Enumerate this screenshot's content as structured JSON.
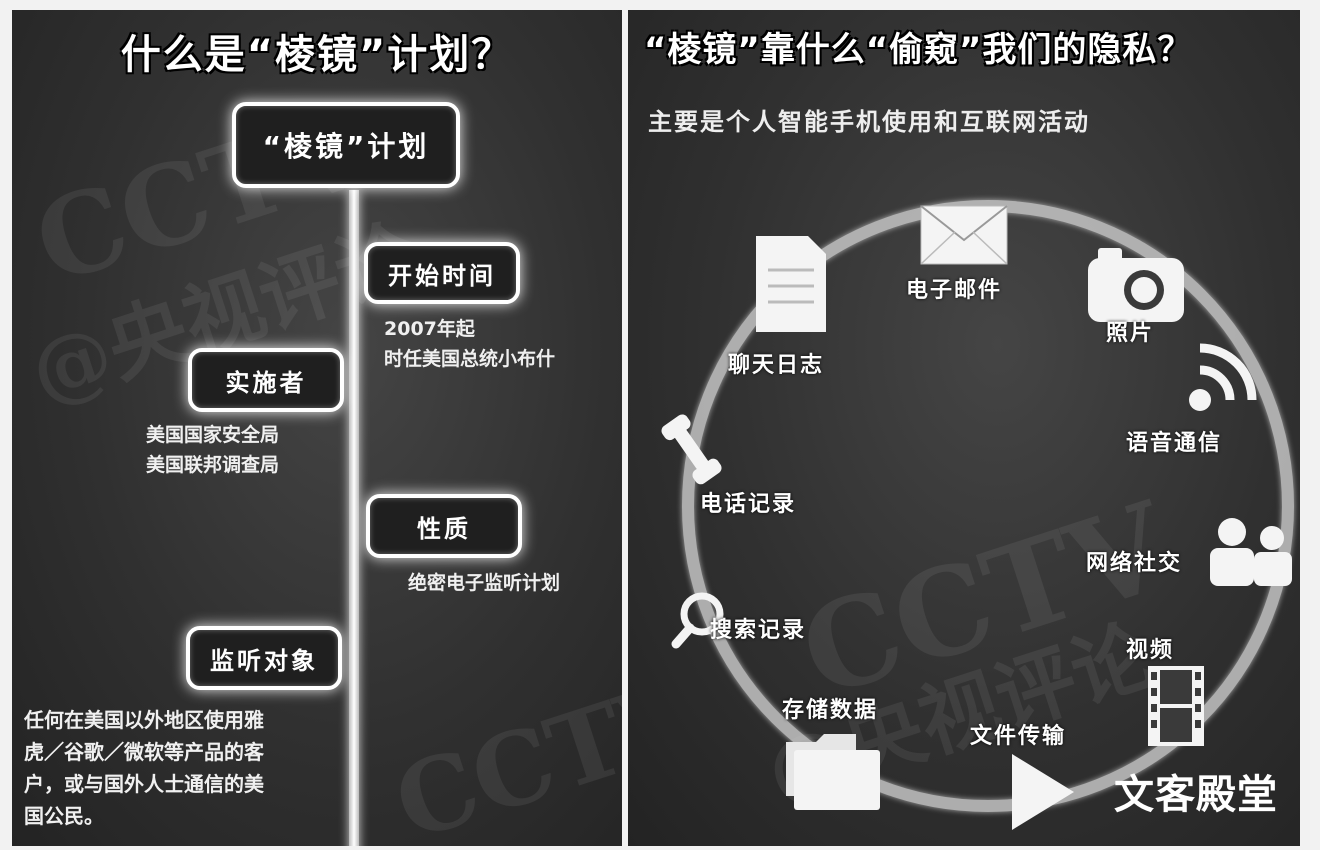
{
  "left": {
    "title": "什么是“棱镜”计划？",
    "main_box": "“棱镜”计划",
    "start_time": {
      "label": "开始时间",
      "text": "2007年起\n时任美国总统小布什"
    },
    "implementer": {
      "label": "实施者",
      "text": "美国国家安全局\n美国联邦调查局"
    },
    "nature": {
      "label": "性质",
      "text": "绝密电子监听计划"
    },
    "targets": {
      "label": "监听对象",
      "text": "任何在美国以外地区使用雅\n虎／谷歌／微软等产品的客\n户，或与国外人士通信的美\n国公民。"
    },
    "watermark_1": "CCTV",
    "watermark_2": "@央视评论"
  },
  "right": {
    "title": "“棱镜”靠什么“偷窥”我们的隐私？",
    "subtitle": "主要是个人智能手机使用和互联网活动",
    "items": {
      "email": "电子邮件",
      "photo": "照片",
      "chat": "聊天日志",
      "voice": "语音通信",
      "phone": "电话记录",
      "social": "网络社交",
      "search": "搜索记录",
      "video": "视频",
      "storage": "存储数据",
      "file": "文件传输"
    },
    "watermark_1": "CCTV",
    "watermark_2": "@央视评论",
    "corner_mark": "文客殿堂"
  },
  "icons": [
    "envelope-icon",
    "camera-icon",
    "document-icon",
    "wifi-icon",
    "phone-icon",
    "people-icon",
    "magnifier-icon",
    "film-icon",
    "folder-icon",
    "play-icon"
  ]
}
